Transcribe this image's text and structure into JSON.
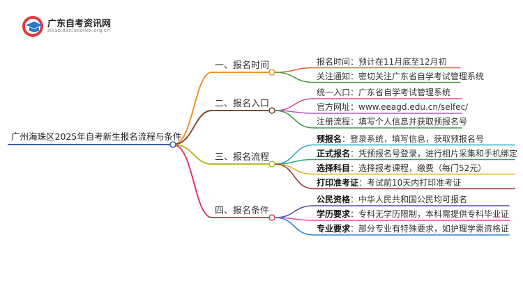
{
  "logo": {
    "title": "广东自考资讯网",
    "subtitle": "zikao.danlueoilex.org.cn",
    "colors": {
      "mark": "#e03a3a",
      "cap": "#2a78c7"
    },
    "icon": "graduation-cap-icon"
  },
  "root": {
    "label": "广州海珠区2025年自考新生报名流程与条件",
    "color": "#3a5fa5"
  },
  "branches": [
    {
      "label": "一、报名时间",
      "color": "#f0902a",
      "items": [
        {
          "key": "",
          "text": "报名时间：预计在11月底至12月初",
          "color": "#e0612f"
        },
        {
          "key": "",
          "text": "关注通知：密切关注广东省自学考试管理系统",
          "color": "#4aa040"
        }
      ]
    },
    {
      "label": "二、报名入口",
      "color": "#7a4a33",
      "items": [
        {
          "key": "",
          "text": "统一入口：广东省自学考试管理系统",
          "color": "#d84a8a"
        },
        {
          "key": "",
          "text": "官方网址：www.eeagd.edu.cn/selfec/",
          "color": "#b05ac8"
        },
        {
          "key": "",
          "text": "注册流程：填写个人信息并获取预报名号",
          "color": "#3aa050"
        }
      ]
    },
    {
      "label": "三、报名流程",
      "color": "#b8b82a",
      "items": [
        {
          "key": "预报名",
          "text": "：登录系统，填写信息，获取预报名号",
          "color": "#2aa8c8"
        },
        {
          "key": "正式报名",
          "text": "：凭预报名号登录，进行相片采集和手机绑定",
          "color": "#2aa870"
        },
        {
          "key": "选择科目",
          "text": "：选择报考课程，缴费（每门52元）",
          "color": "#e8b020"
        },
        {
          "key": "打印准考证",
          "text": "：考试前10天内打印准考证",
          "color": "#9a3a3a"
        }
      ]
    },
    {
      "label": "四、报名条件",
      "color": "#e03a60",
      "items": [
        {
          "key": "公民资格",
          "text": "：中华人民共和国公民均可报名",
          "color": "#5a4aa8"
        },
        {
          "key": "学历要求",
          "text": "：专科无学历限制，本科需提供专科毕业证",
          "color": "#d84aa8"
        },
        {
          "key": "专业要求",
          "text": "：部分专业有特殊要求，如护理学需资格证",
          "color": "#2a88d8"
        }
      ]
    }
  ]
}
